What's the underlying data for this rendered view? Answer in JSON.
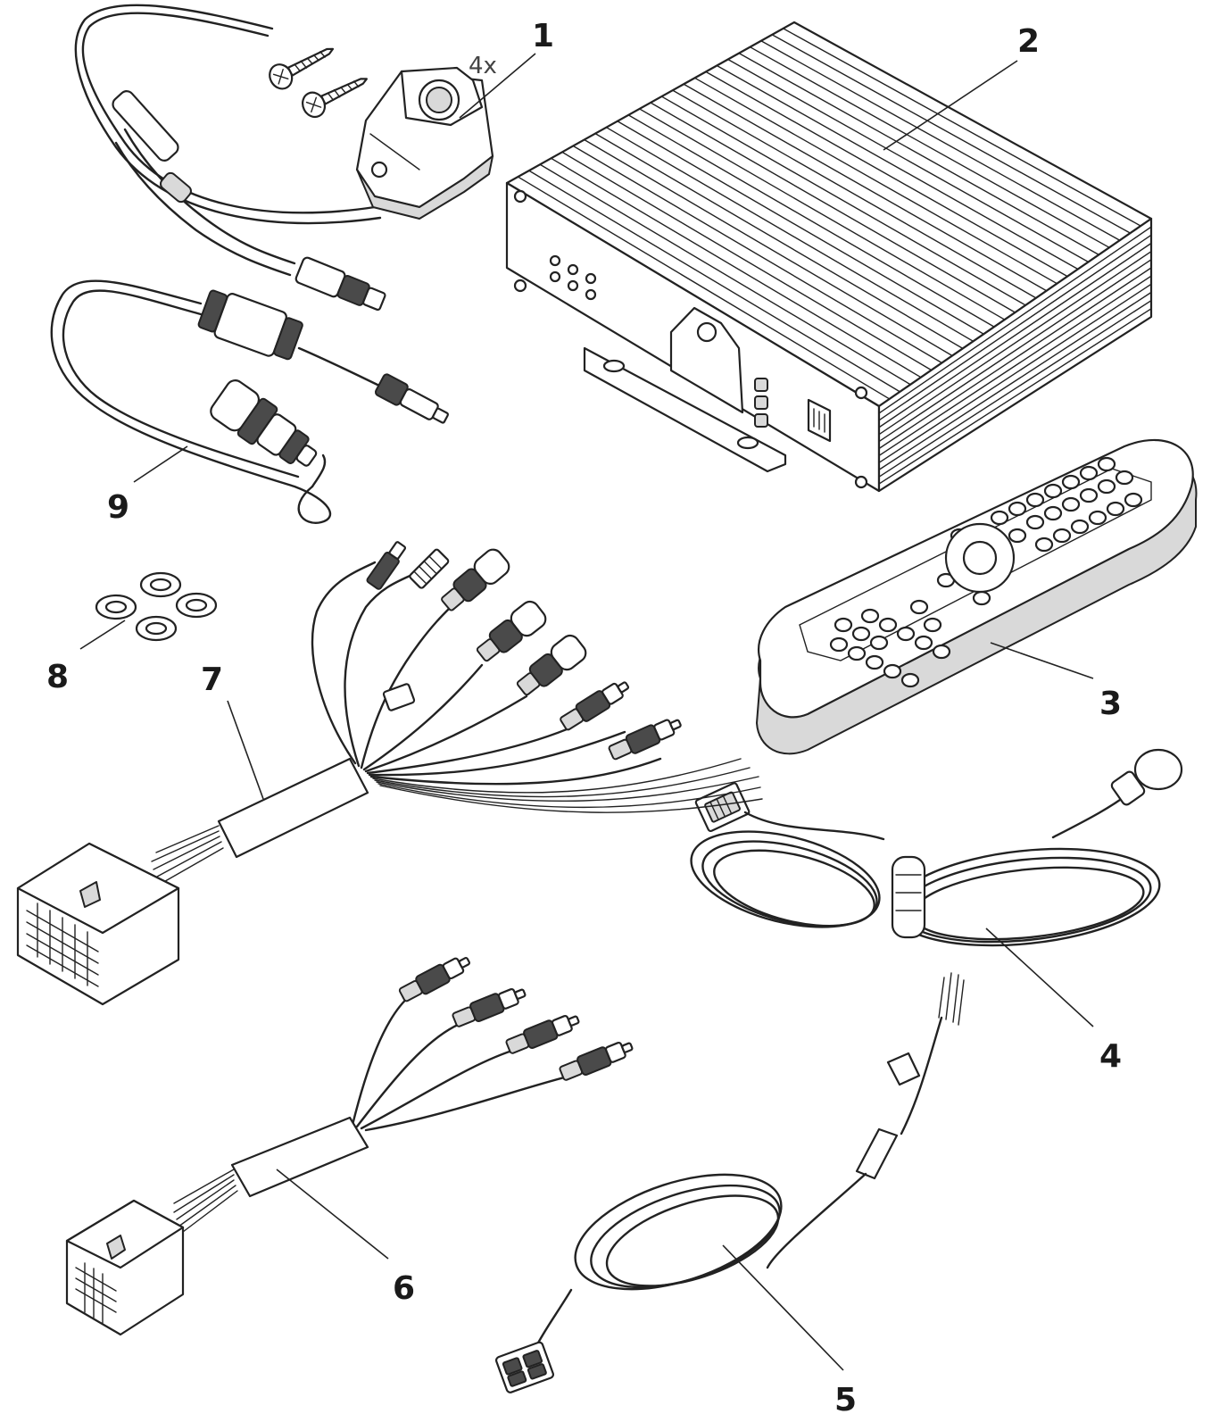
{
  "figure": {
    "callouts": [
      {
        "id": 1,
        "label": "1"
      },
      {
        "id": 2,
        "label": "2"
      },
      {
        "id": 3,
        "label": "3"
      },
      {
        "id": 4,
        "label": "4"
      },
      {
        "id": 5,
        "label": "5"
      },
      {
        "id": 6,
        "label": "6"
      },
      {
        "id": 7,
        "label": "7"
      },
      {
        "id": 8,
        "label": "8"
      },
      {
        "id": 9,
        "label": "9"
      }
    ],
    "quantity_note": "4x"
  }
}
